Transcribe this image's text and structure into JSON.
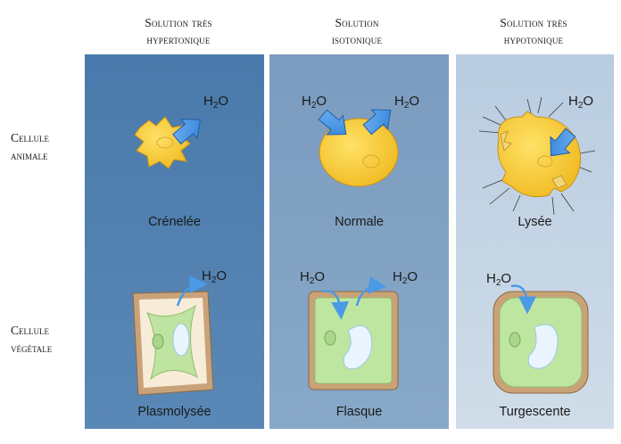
{
  "columns": [
    {
      "title_l1": "Solution très",
      "title_l2": "hypertonique",
      "animal_state": "Crénelée",
      "plant_state": "Plasmolysée"
    },
    {
      "title_l1": "Solution",
      "title_l2": "isotonique",
      "animal_state": "Normale",
      "plant_state": "Flasque"
    },
    {
      "title_l1": "Solution très",
      "title_l2": "hypotonique",
      "animal_state": "Lysée",
      "plant_state": "Turgescente"
    }
  ],
  "rows": {
    "animal": {
      "l1": "Cellule",
      "l2": "animale"
    },
    "plant": {
      "l1": "Cellule",
      "l2": "végétale"
    }
  },
  "water": {
    "base": "H",
    "sub": "2",
    "tail": "O"
  },
  "colors": {
    "panel_hyper": "#4f7fae",
    "panel_iso": "#7f9fbf",
    "panel_hypo": "#c3d3e3",
    "cell_yellow": "#f6c630",
    "arrow_blue": "#3f8fe0",
    "plant_wall": "#cfa878",
    "plant_cytoplasm": "#bfe6a0",
    "vacuole": "#e8f4ff"
  },
  "icons": [
    "outflow-arrow-icon",
    "inflow-arrow-icon",
    "osmosis-arrow-icon"
  ]
}
